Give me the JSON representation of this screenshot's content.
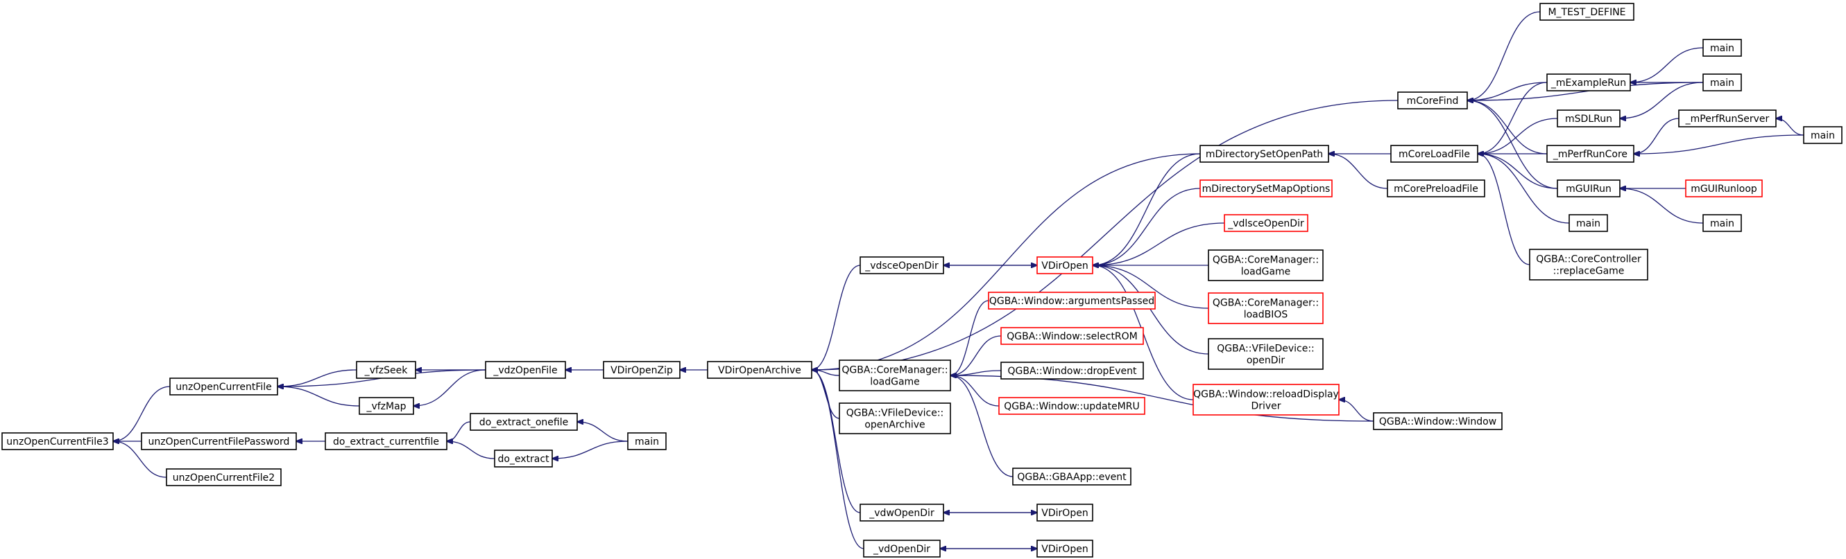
{
  "colors": {
    "edge": "#191970",
    "border_normal": "#000000",
    "border_truncated": "#ff0000",
    "root_fill": "#bfbfbf"
  },
  "nodes": [
    {
      "id": "unzOpenCurrentFile3",
      "lines": [
        "unzOpenCurrentFile3"
      ],
      "style": "root"
    },
    {
      "id": "unzOpenCurrentFile",
      "lines": [
        "unzOpenCurrentFile"
      ],
      "style": "normal"
    },
    {
      "id": "unzOpenCurrentFilePassword",
      "lines": [
        "unzOpenCurrentFilePassword"
      ],
      "style": "normal"
    },
    {
      "id": "unzOpenCurrentFile2",
      "lines": [
        "unzOpenCurrentFile2"
      ],
      "style": "normal"
    },
    {
      "id": "_vfzSeek",
      "lines": [
        "_vfzSeek"
      ],
      "style": "normal"
    },
    {
      "id": "_vfzMap",
      "lines": [
        "_vfzMap"
      ],
      "style": "normal"
    },
    {
      "id": "_vdzOpenFile",
      "lines": [
        "_vdzOpenFile"
      ],
      "style": "normal"
    },
    {
      "id": "do_extract_currentfile",
      "lines": [
        "do_extract_currentfile"
      ],
      "style": "normal"
    },
    {
      "id": "do_extract_onefile",
      "lines": [
        "do_extract_onefile"
      ],
      "style": "normal"
    },
    {
      "id": "do_extract",
      "lines": [
        "do_extract"
      ],
      "style": "normal"
    },
    {
      "id": "main_a",
      "lines": [
        "main"
      ],
      "style": "normal"
    },
    {
      "id": "VDirOpenZip",
      "lines": [
        "VDirOpenZip"
      ],
      "style": "normal"
    },
    {
      "id": "VDirOpenArchive",
      "lines": [
        "VDirOpenArchive"
      ],
      "style": "normal"
    },
    {
      "id": "_vdsceOpenDir",
      "lines": [
        "_vdsceOpenDir"
      ],
      "style": "normal"
    },
    {
      "id": "QGBA_CoreManager_loadGame",
      "lines": [
        "QGBA::CoreManager::",
        "loadGame"
      ],
      "style": "normal"
    },
    {
      "id": "QGBA_VFileDevice_openArchive",
      "lines": [
        "QGBA::VFileDevice::",
        "openArchive"
      ],
      "style": "normal"
    },
    {
      "id": "_vdwOpenDir",
      "lines": [
        "_vdwOpenDir"
      ],
      "style": "normal"
    },
    {
      "id": "_vdOpenDir",
      "lines": [
        "_vdOpenDir"
      ],
      "style": "normal"
    },
    {
      "id": "VDirOpen_main",
      "lines": [
        "VDirOpen"
      ],
      "style": "truncated"
    },
    {
      "id": "VDirOpen_w",
      "lines": [
        "VDirOpen"
      ],
      "style": "normal"
    },
    {
      "id": "VDirOpen_d",
      "lines": [
        "VDirOpen"
      ],
      "style": "normal"
    },
    {
      "id": "QGBA_Window_argumentsPassed",
      "lines": [
        "QGBA::Window::argumentsPassed"
      ],
      "style": "truncated"
    },
    {
      "id": "QGBA_Window_selectROM",
      "lines": [
        "QGBA::Window::selectROM"
      ],
      "style": "truncated"
    },
    {
      "id": "QGBA_Window_dropEvent",
      "lines": [
        "QGBA::Window::dropEvent"
      ],
      "style": "normal"
    },
    {
      "id": "QGBA_Window_updateMRU",
      "lines": [
        "QGBA::Window::updateMRU"
      ],
      "style": "truncated"
    },
    {
      "id": "QGBA_GBAApp_event",
      "lines": [
        "QGBA::GBAApp::event"
      ],
      "style": "normal"
    },
    {
      "id": "mDirectorySetOpenPath",
      "lines": [
        "mDirectorySetOpenPath"
      ],
      "style": "normal"
    },
    {
      "id": "mDirectorySetMapOptions",
      "lines": [
        "mDirectorySetMapOptions"
      ],
      "style": "truncated"
    },
    {
      "id": "_vdlsceOpenDir",
      "lines": [
        "_vdlsceOpenDir"
      ],
      "style": "truncated"
    },
    {
      "id": "QGBA_CoreManager_loadGame2",
      "lines": [
        "QGBA::CoreManager::",
        "loadGame"
      ],
      "style": "normal"
    },
    {
      "id": "QGBA_CoreManager_loadBIOS",
      "lines": [
        "QGBA::CoreManager::",
        "loadBIOS"
      ],
      "style": "truncated"
    },
    {
      "id": "QGBA_VFileDevice_openDir",
      "lines": [
        "QGBA::VFileDevice::",
        "openDir"
      ],
      "style": "normal"
    },
    {
      "id": "QGBA_Window_reloadDisplayDriver",
      "lines": [
        "QGBA::Window::reloadDisplay",
        "Driver"
      ],
      "style": "truncated"
    },
    {
      "id": "QGBA_Window_Window",
      "lines": [
        "QGBA::Window::Window"
      ],
      "style": "normal"
    },
    {
      "id": "mCoreFind",
      "lines": [
        "mCoreFind"
      ],
      "style": "normal"
    },
    {
      "id": "mCoreLoadFile",
      "lines": [
        "mCoreLoadFile"
      ],
      "style": "normal"
    },
    {
      "id": "mCorePreloadFile",
      "lines": [
        "mCorePreloadFile"
      ],
      "style": "normal"
    },
    {
      "id": "M_TEST_DEFINE",
      "lines": [
        "M_TEST_DEFINE"
      ],
      "style": "normal"
    },
    {
      "id": "_mExampleRun",
      "lines": [
        "_mExampleRun"
      ],
      "style": "normal"
    },
    {
      "id": "main_top",
      "lines": [
        "main"
      ],
      "style": "normal"
    },
    {
      "id": "main_ex",
      "lines": [
        "main"
      ],
      "style": "normal"
    },
    {
      "id": "mSDLRun",
      "lines": [
        "mSDLRun"
      ],
      "style": "normal"
    },
    {
      "id": "_mPerfRunCore",
      "lines": [
        "_mPerfRunCore"
      ],
      "style": "normal"
    },
    {
      "id": "_mPerfRunServer",
      "lines": [
        "_mPerfRunServer"
      ],
      "style": "normal"
    },
    {
      "id": "main_perf",
      "lines": [
        "main"
      ],
      "style": "normal"
    },
    {
      "id": "mGUIRun",
      "lines": [
        "mGUIRun"
      ],
      "style": "normal"
    },
    {
      "id": "mGUIRunloop",
      "lines": [
        "mGUIRunloop"
      ],
      "style": "truncated"
    },
    {
      "id": "main_gui",
      "lines": [
        "main"
      ],
      "style": "normal"
    },
    {
      "id": "main_core",
      "lines": [
        "main"
      ],
      "style": "normal"
    },
    {
      "id": "QGBA_CoreController_replaceGame",
      "lines": [
        "QGBA::CoreController",
        "::replaceGame"
      ],
      "style": "normal"
    }
  ],
  "edges": [
    [
      "unzOpenCurrentFile",
      "unzOpenCurrentFile3"
    ],
    [
      "unzOpenCurrentFilePassword",
      "unzOpenCurrentFile3"
    ],
    [
      "unzOpenCurrentFile2",
      "unzOpenCurrentFile3"
    ],
    [
      "_vfzSeek",
      "unzOpenCurrentFile"
    ],
    [
      "_vfzMap",
      "unzOpenCurrentFile"
    ],
    [
      "_vdzOpenFile",
      "unzOpenCurrentFile"
    ],
    [
      "_vdzOpenFile",
      "_vfzSeek"
    ],
    [
      "_vdzOpenFile",
      "_vfzMap"
    ],
    [
      "do_extract_currentfile",
      "unzOpenCurrentFilePassword"
    ],
    [
      "do_extract_onefile",
      "do_extract_currentfile"
    ],
    [
      "do_extract",
      "do_extract_currentfile"
    ],
    [
      "main_a",
      "do_extract_onefile"
    ],
    [
      "main_a",
      "do_extract"
    ],
    [
      "VDirOpenZip",
      "_vdzOpenFile"
    ],
    [
      "VDirOpenArchive",
      "VDirOpenZip"
    ],
    [
      "_vdsceOpenDir",
      "VDirOpenArchive"
    ],
    [
      "QGBA_CoreManager_loadGame",
      "VDirOpenArchive"
    ],
    [
      "QGBA_VFileDevice_openArchive",
      "VDirOpenArchive"
    ],
    [
      "_vdwOpenDir",
      "VDirOpenArchive"
    ],
    [
      "_vdOpenDir",
      "VDirOpenArchive"
    ],
    [
      "mDirectorySetOpenPath",
      "VDirOpenArchive"
    ],
    [
      "mCoreFind",
      "VDirOpenArchive"
    ],
    [
      "VDirOpen_main",
      "_vdsceOpenDir"
    ],
    [
      "_vdsceOpenDir",
      "VDirOpen_main"
    ],
    [
      "VDirOpen_w",
      "_vdwOpenDir"
    ],
    [
      "_vdwOpenDir",
      "VDirOpen_w"
    ],
    [
      "VDirOpen_d",
      "_vdOpenDir"
    ],
    [
      "_vdOpenDir",
      "VDirOpen_d"
    ],
    [
      "QGBA_Window_argumentsPassed",
      "QGBA_CoreManager_loadGame"
    ],
    [
      "QGBA_Window_selectROM",
      "QGBA_CoreManager_loadGame"
    ],
    [
      "QGBA_Window_dropEvent",
      "QGBA_CoreManager_loadGame"
    ],
    [
      "QGBA_Window_updateMRU",
      "QGBA_CoreManager_loadGame"
    ],
    [
      "QGBA_GBAApp_event",
      "QGBA_CoreManager_loadGame"
    ],
    [
      "QGBA_Window_Window",
      "QGBA_CoreManager_loadGame"
    ],
    [
      "mDirectorySetOpenPath",
      "VDirOpen_main"
    ],
    [
      "mDirectorySetMapOptions",
      "VDirOpen_main"
    ],
    [
      "_vdlsceOpenDir",
      "VDirOpen_main"
    ],
    [
      "QGBA_CoreManager_loadGame2",
      "VDirOpen_main"
    ],
    [
      "QGBA_CoreManager_loadBIOS",
      "VDirOpen_main"
    ],
    [
      "QGBA_VFileDevice_openDir",
      "VDirOpen_main"
    ],
    [
      "QGBA_Window_reloadDisplayDriver",
      "VDirOpen_main"
    ],
    [
      "QGBA_Window_Window",
      "QGBA_Window_reloadDisplayDriver"
    ],
    [
      "mCoreLoadFile",
      "mDirectorySetOpenPath"
    ],
    [
      "mCorePreloadFile",
      "mDirectorySetOpenPath"
    ],
    [
      "M_TEST_DEFINE",
      "mCoreFind"
    ],
    [
      "_mExampleRun",
      "mCoreFind"
    ],
    [
      "main_ex",
      "mCoreFind"
    ],
    [
      "_mPerfRunCore",
      "mCoreFind"
    ],
    [
      "mGUIRun",
      "mCoreFind"
    ],
    [
      "main_top",
      "_mExampleRun"
    ],
    [
      "main_ex",
      "_mExampleRun"
    ],
    [
      "_mExampleRun",
      "mCoreLoadFile"
    ],
    [
      "mSDLRun",
      "mCoreLoadFile"
    ],
    [
      "_mPerfRunCore",
      "mCoreLoadFile"
    ],
    [
      "mGUIRun",
      "mCoreLoadFile"
    ],
    [
      "main_core",
      "mCoreLoadFile"
    ],
    [
      "QGBA_CoreController_replaceGame",
      "mCoreLoadFile"
    ],
    [
      "main_ex",
      "mSDLRun"
    ],
    [
      "_mPerfRunServer",
      "_mPerfRunCore"
    ],
    [
      "main_perf",
      "_mPerfRunCore"
    ],
    [
      "main_perf",
      "_mPerfRunServer"
    ],
    [
      "mGUIRunloop",
      "mGUIRun"
    ],
    [
      "main_gui",
      "mGUIRun"
    ]
  ]
}
